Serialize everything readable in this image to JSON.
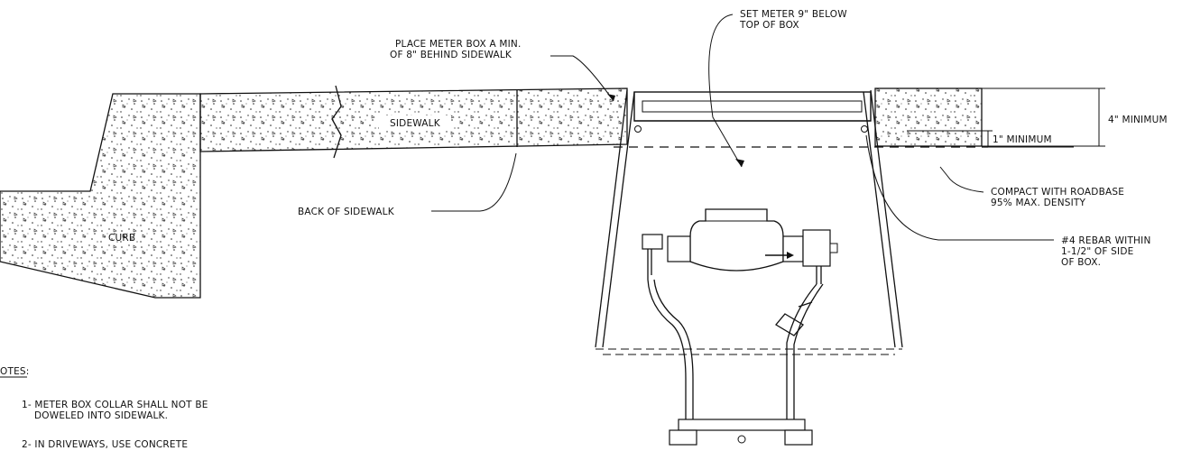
{
  "labels": {
    "set_meter_1": "SET METER 9\" BELOW",
    "set_meter_2": "TOP OF BOX",
    "place_box_1": "PLACE METER BOX A MIN.",
    "place_box_2": "OF 8\" BEHIND SIDEWALK",
    "min_4": "4\" MINIMUM",
    "min_1": "1\" MINIMUM",
    "sidewalk": "SIDEWALK",
    "back_sidewalk": "BACK OF SIDEWALK",
    "compact_1": "COMPACT WITH ROADBASE",
    "compact_2": "95% MAX. DENSITY",
    "rebar_1": "#4 REBAR WITHIN",
    "rebar_2": "1-1/2\" OF SIDE",
    "rebar_3": "OF BOX.",
    "curb": "CURB"
  },
  "notes": {
    "heading": "OTES:",
    "note1_line1": "1- METER BOX COLLAR SHALL NOT BE",
    "note1_line2": "DOWELED INTO SIDEWALK.",
    "note2_line1": "2- IN DRIVEWAYS, USE CONCRETE"
  },
  "colors": {
    "ink": "#111111",
    "paper": "#ffffff"
  }
}
